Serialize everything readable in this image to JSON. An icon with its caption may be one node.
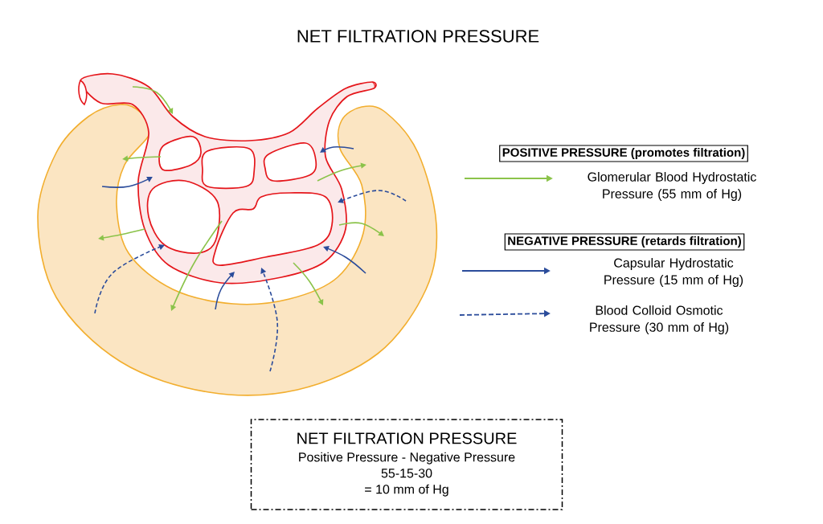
{
  "diagram": {
    "title": "NET FILTRATION PRESSURE",
    "nodes": [
      {
        "text": [
          "POSITIVE PRESSURE (promotes filtration)"
        ]
      },
      {
        "text": [
          "NEGATIVE PRESSURE (retards filtration)"
        ]
      },
      {
        "text": [
          "NET FILTRATION PRESSURE",
          "Positive Pressure - Negative Pressure",
          "55-15-30",
          "= 10 mm of Hg"
        ]
      }
    ],
    "legend": [
      {
        "text": "Glomerular Blood Hydrostatic Pressure (55 mm of Hg)"
      },
      {
        "text": "Capsular Hydrostatic Pressure (15 mm of Hg)"
      },
      {
        "text": "Blood Colloid Osmotic Pressure (30 mm of Hg)"
      }
    ]
  }
}
